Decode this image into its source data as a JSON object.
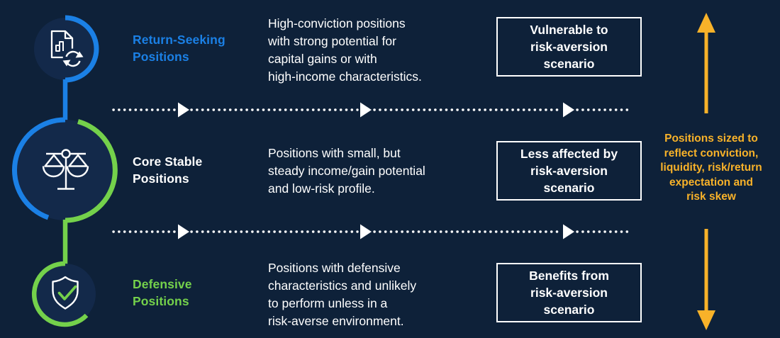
{
  "colors": {
    "background": "#0E2139",
    "circle_fill": "#13294A",
    "blue": "#1B80E5",
    "green": "#74D14B",
    "yellow": "#F8B229",
    "white": "#FFFFFF"
  },
  "rows": [
    {
      "icon": "document-refresh-icon",
      "label": "Return-Seeking\nPositions",
      "label_color": "#1B80E5",
      "description": "High-conviction positions\nwith strong potential for\ncapital gains or with\nhigh-income characteristics.",
      "impact": "Vulnerable to\nrisk-aversion\nscenario"
    },
    {
      "icon": "balance-scale-icon",
      "label": "Core Stable\nPositions",
      "label_color": "#FFFFFF",
      "description": "Positions with small, but\nsteady income/gain potential\nand low-risk profile.",
      "impact": "Less affected by\nrisk-aversion\nscenario"
    },
    {
      "icon": "shield-check-icon",
      "label": "Defensive\nPositions",
      "label_color": "#74D14B",
      "description": "Positions with defensive\ncharacteristics and unlikely\nto perform unless in a\nrisk-averse environment.",
      "impact": "Benefits from\nrisk-aversion\nscenario"
    }
  ],
  "side_note": {
    "text": "Positions sized to\nreflect conviction,\nliquidity, risk/return\nexpectation and\nrisk skew",
    "color": "#F8B229"
  }
}
